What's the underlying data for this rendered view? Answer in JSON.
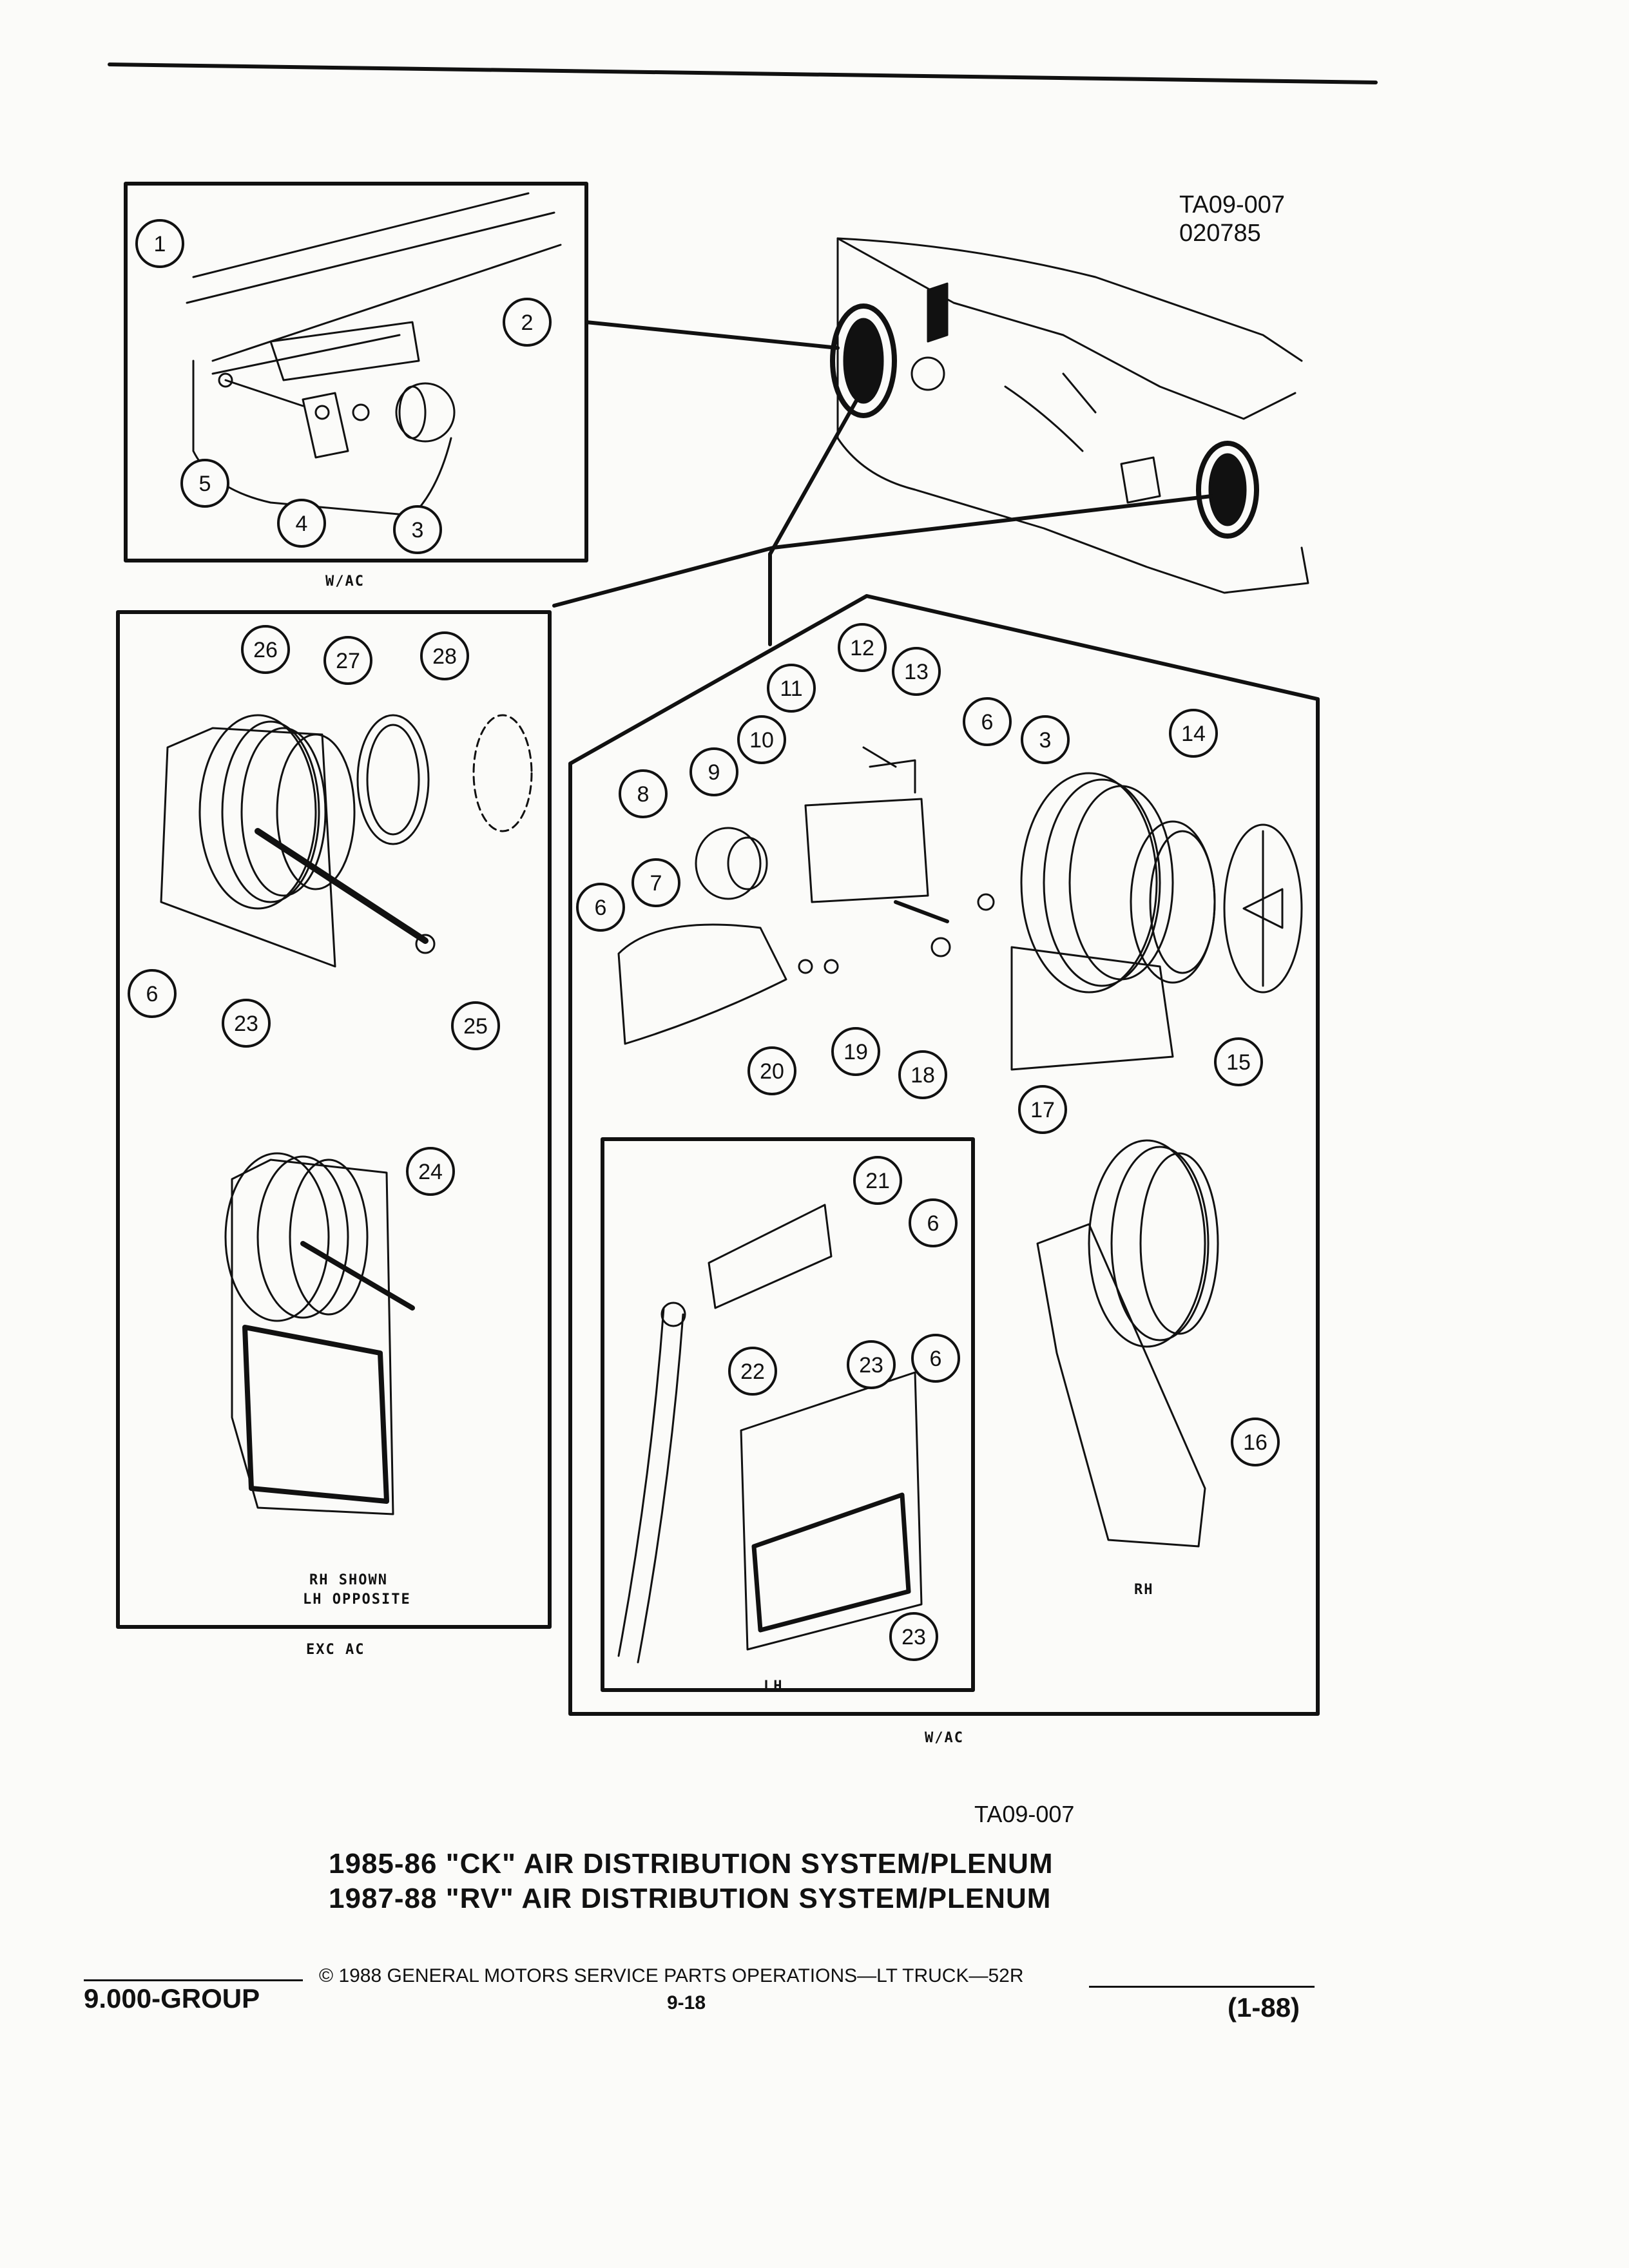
{
  "figure": {
    "id": "TA09-007",
    "date": "020785",
    "id_bottom": "TA09-007"
  },
  "labels": {
    "wac_top": "W/AC",
    "rh_shown": "RH SHOWN",
    "lh_opposite": "LH OPPOSITE",
    "exc_ac": "EXC AC",
    "rh": "RH",
    "lh": "LH",
    "wac_bottom": "W/AC"
  },
  "title": {
    "line1": "1985-86 \"CK\" AIR DISTRIBUTION SYSTEM/PLENUM",
    "line2": "1987-88 \"RV\" AIR DISTRIBUTION SYSTEM/PLENUM"
  },
  "footer": {
    "group": "9.000-GROUP",
    "copyright": "© 1988 GENERAL MOTORS SERVICE PARTS OPERATIONS—LT TRUCK—52R",
    "page": "9-18",
    "date": "(1-88)"
  },
  "callouts": [
    {
      "num": "1"
    },
    {
      "num": "2"
    },
    {
      "num": "5"
    },
    {
      "num": "4"
    },
    {
      "num": "3"
    },
    {
      "num": "26"
    },
    {
      "num": "27"
    },
    {
      "num": "28"
    },
    {
      "num": "6"
    },
    {
      "num": "23"
    },
    {
      "num": "25"
    },
    {
      "num": "24"
    },
    {
      "num": "12"
    },
    {
      "num": "13"
    },
    {
      "num": "11"
    },
    {
      "num": "10"
    },
    {
      "num": "6"
    },
    {
      "num": "3"
    },
    {
      "num": "14"
    },
    {
      "num": "9"
    },
    {
      "num": "8"
    },
    {
      "num": "7"
    },
    {
      "num": "6"
    },
    {
      "num": "20"
    },
    {
      "num": "19"
    },
    {
      "num": "18"
    },
    {
      "num": "17"
    },
    {
      "num": "15"
    },
    {
      "num": "21"
    },
    {
      "num": "6"
    },
    {
      "num": "23"
    },
    {
      "num": "6"
    },
    {
      "num": "22"
    },
    {
      "num": "23"
    },
    {
      "num": "16"
    }
  ],
  "colors": {
    "ink": "#111111",
    "paper": "#fbfbf9"
  }
}
